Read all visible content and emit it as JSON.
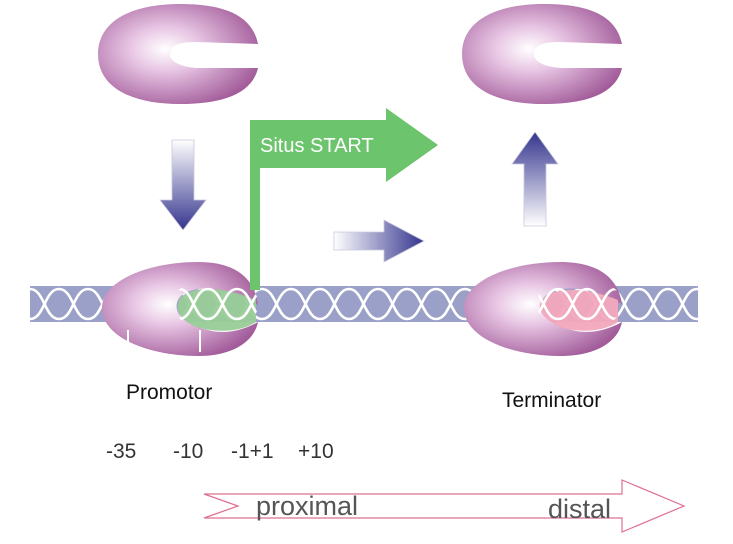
{
  "labels": {
    "start_site": "Situs START",
    "promoter": "Promotor",
    "terminator": "Terminator",
    "proximal": "proximal",
    "distal": "distal"
  },
  "positions": [
    "-35",
    "-10",
    "-1+1",
    "+10"
  ],
  "colors": {
    "polymerase": "#b06aa8",
    "dna_band": "#9aa0c8",
    "strand": "#ffffff",
    "promoter_region": "#98cc98",
    "terminator_region": "#f2a8bc",
    "start_arrow": "#6cc46c",
    "move_arrow": "#3a3a9a",
    "direction_arrow": "#e07090"
  }
}
